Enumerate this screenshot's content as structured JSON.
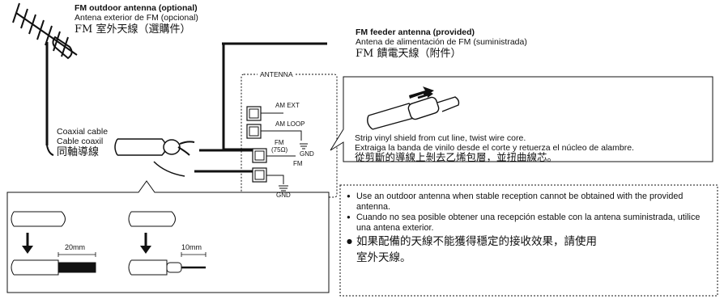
{
  "fm_outdoor": {
    "en": "FM outdoor antenna (optional)",
    "es": "Antena exterior de FM (opcional)",
    "zh": "FM 室外天線（選購件）"
  },
  "fm_feeder": {
    "en": "FM feeder antenna (provided)",
    "es": "Antena de alimentación de FM (suministrada)",
    "zh": "FM 饋電天線（附件）"
  },
  "coaxial": {
    "en": "Coaxial cable",
    "es": "Cable coaxil",
    "zh": "同軸導線"
  },
  "panel": {
    "title": "ANTENNA",
    "am_ext": "AM EXT",
    "am_loop": "AM LOOP",
    "fm_75": "FM",
    "ohm": "(75Ω)",
    "fm": "FM",
    "gnd_top": "GND",
    "gnd_bottom": "GND"
  },
  "strip": {
    "en": "Strip vinyl shield from cut line, twist wire core.",
    "es": "Extraiga la banda de vinilo desde el corte y retuerza el núcleo de alambre.",
    "zh": "從剪斷的導線上剝去乙烯包層，並扭曲線芯。"
  },
  "dims": {
    "d1": "20mm",
    "d2": "10mm"
  },
  "notes": {
    "en": "Use an outdoor antenna when stable reception cannot be obtained with the provided antenna.",
    "es": "Cuando no sea posible obtener una recepción estable con la antena suministrada, utilice una antena exterior.",
    "zh_line1": "如果配備的天線不能獲得穩定的接收效果，請使用",
    "zh_line2": "室外天線。"
  }
}
